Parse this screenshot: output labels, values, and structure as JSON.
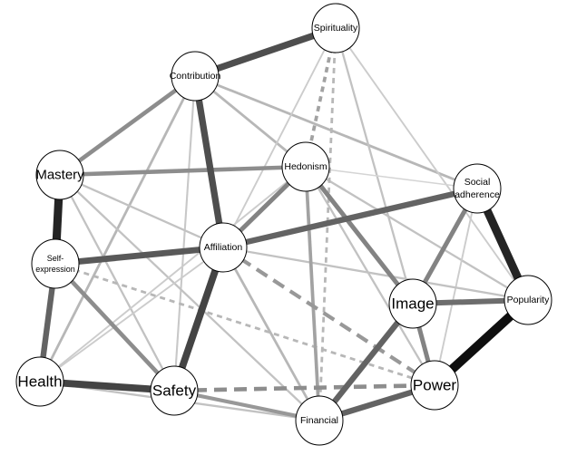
{
  "nodes": [
    {
      "id": "spirituality",
      "lines": [
        "Spirituality"
      ],
      "size": "small"
    },
    {
      "id": "contribution",
      "lines": [
        "Contribution"
      ],
      "size": "small"
    },
    {
      "id": "hedonism",
      "lines": [
        "Hedonism"
      ],
      "size": "small"
    },
    {
      "id": "mastery",
      "lines": [
        "Mastery"
      ],
      "size": "large"
    },
    {
      "id": "social",
      "lines": [
        "Social",
        "adherence"
      ],
      "size": "small"
    },
    {
      "id": "affiliation",
      "lines": [
        "Affiliation"
      ],
      "size": "small"
    },
    {
      "id": "selfexp",
      "lines": [
        "Self-",
        "expression"
      ],
      "size": "tiny"
    },
    {
      "id": "image",
      "lines": [
        "Image"
      ],
      "size": "xlarge"
    },
    {
      "id": "popularity",
      "lines": [
        "Popularity"
      ],
      "size": "small"
    },
    {
      "id": "health",
      "lines": [
        "Health"
      ],
      "size": "xlarge"
    },
    {
      "id": "safety",
      "lines": [
        "Safety"
      ],
      "size": "xlarge"
    },
    {
      "id": "power",
      "lines": [
        "Power"
      ],
      "size": "xlarge"
    },
    {
      "id": "financial",
      "lines": [
        "Financial"
      ],
      "size": "small"
    }
  ],
  "edges": [
    {
      "from": "contribution",
      "to": "hedonism",
      "weight": 0.2,
      "sign": 1
    },
    {
      "from": "contribution",
      "to": "social",
      "weight": 0.2,
      "sign": 1
    },
    {
      "from": "contribution",
      "to": "health",
      "weight": 0.2,
      "sign": 1
    },
    {
      "from": "contribution",
      "to": "safety",
      "weight": 0.12,
      "sign": 1
    },
    {
      "from": "spirituality",
      "to": "image",
      "weight": 0.15,
      "sign": 1
    },
    {
      "from": "spirituality",
      "to": "popularity",
      "weight": 0.1,
      "sign": 1
    },
    {
      "from": "spirituality",
      "to": "affiliation",
      "weight": 0.1,
      "sign": 1
    },
    {
      "from": "hedonism",
      "to": "popularity",
      "weight": 0.15,
      "sign": 1
    },
    {
      "from": "hedonism",
      "to": "power",
      "weight": 0.15,
      "sign": 1
    },
    {
      "from": "hedonism",
      "to": "social",
      "weight": 0.06,
      "sign": 1
    },
    {
      "from": "mastery",
      "to": "safety",
      "weight": 0.15,
      "sign": 1
    },
    {
      "from": "mastery",
      "to": "affiliation",
      "weight": 0.15,
      "sign": 1
    },
    {
      "from": "mastery",
      "to": "financial",
      "weight": 0.15,
      "sign": 1
    },
    {
      "from": "health",
      "to": "affiliation",
      "weight": 0.1,
      "sign": 1
    },
    {
      "from": "health",
      "to": "hedonism",
      "weight": 0.1,
      "sign": 1
    },
    {
      "from": "health",
      "to": "financial",
      "weight": 0.15,
      "sign": 1
    },
    {
      "from": "social",
      "to": "power",
      "weight": 0.1,
      "sign": 1
    },
    {
      "from": "affiliation",
      "to": "popularity",
      "weight": 0.15,
      "sign": 1
    },
    {
      "from": "affiliation",
      "to": "financial",
      "weight": 0.2,
      "sign": 1
    },
    {
      "from": "affiliation",
      "to": "social",
      "weight": 0.08,
      "sign": -1
    },
    {
      "from": "spirituality",
      "to": "financial",
      "weight": 0.2,
      "sign": -1
    },
    {
      "from": "selfexp",
      "to": "power",
      "weight": 0.2,
      "sign": -1
    },
    {
      "from": "hedonism",
      "to": "financial",
      "weight": 0.3,
      "sign": 1
    },
    {
      "from": "spirituality",
      "to": "hedonism",
      "weight": 0.3,
      "sign": -1
    },
    {
      "from": "affiliation",
      "to": "power",
      "weight": 0.35,
      "sign": -1
    },
    {
      "from": "safety",
      "to": "power",
      "weight": 0.4,
      "sign": -1
    },
    {
      "from": "safety",
      "to": "financial",
      "weight": 0.35,
      "sign": 1
    },
    {
      "from": "selfexp",
      "to": "safety",
      "weight": 0.4,
      "sign": 1
    },
    {
      "from": "contribution",
      "to": "mastery",
      "weight": 0.4,
      "sign": 1
    },
    {
      "from": "mastery",
      "to": "hedonism",
      "weight": 0.4,
      "sign": 1
    },
    {
      "from": "hedonism",
      "to": "affiliation",
      "weight": 0.45,
      "sign": 1
    },
    {
      "from": "hedonism",
      "to": "image",
      "weight": 0.45,
      "sign": 1
    },
    {
      "from": "image",
      "to": "social",
      "weight": 0.45,
      "sign": 1
    },
    {
      "from": "image",
      "to": "power",
      "weight": 0.45,
      "sign": 1
    },
    {
      "from": "image",
      "to": "popularity",
      "weight": 0.55,
      "sign": 1
    },
    {
      "from": "image",
      "to": "financial",
      "weight": 0.6,
      "sign": 1
    },
    {
      "from": "financial",
      "to": "power",
      "weight": 0.6,
      "sign": 1
    },
    {
      "from": "selfexp",
      "to": "health",
      "weight": 0.6,
      "sign": 1
    },
    {
      "from": "affiliation",
      "to": "social",
      "weight": 0.6,
      "sign": 1
    },
    {
      "from": "selfexp",
      "to": "affiliation",
      "weight": 0.65,
      "sign": 1
    },
    {
      "from": "contribution",
      "to": "affiliation",
      "weight": 0.7,
      "sign": 1
    },
    {
      "from": "affiliation",
      "to": "safety",
      "weight": 0.75,
      "sign": 1
    },
    {
      "from": "health",
      "to": "safety",
      "weight": 0.75,
      "sign": 1
    },
    {
      "from": "spirituality",
      "to": "contribution",
      "weight": 0.7,
      "sign": 1
    },
    {
      "from": "mastery",
      "to": "selfexp",
      "weight": 0.9,
      "sign": 1
    },
    {
      "from": "social",
      "to": "popularity",
      "weight": 0.9,
      "sign": 1
    },
    {
      "from": "popularity",
      "to": "power",
      "weight": 1.0,
      "sign": 1
    }
  ]
}
